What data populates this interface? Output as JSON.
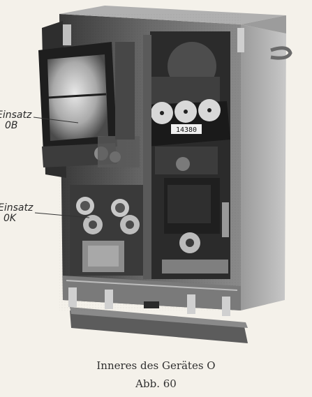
{
  "labels": {
    "einsatz_ob": {
      "line1": "Einsatz",
      "line2": "0B"
    },
    "einsatz_ok": {
      "line1": "Einsatz",
      "line2": "0K"
    }
  },
  "counter": {
    "value": "14380"
  },
  "caption": {
    "title": "Inneres des Gerätes O",
    "figure": "Abb. 60"
  }
}
